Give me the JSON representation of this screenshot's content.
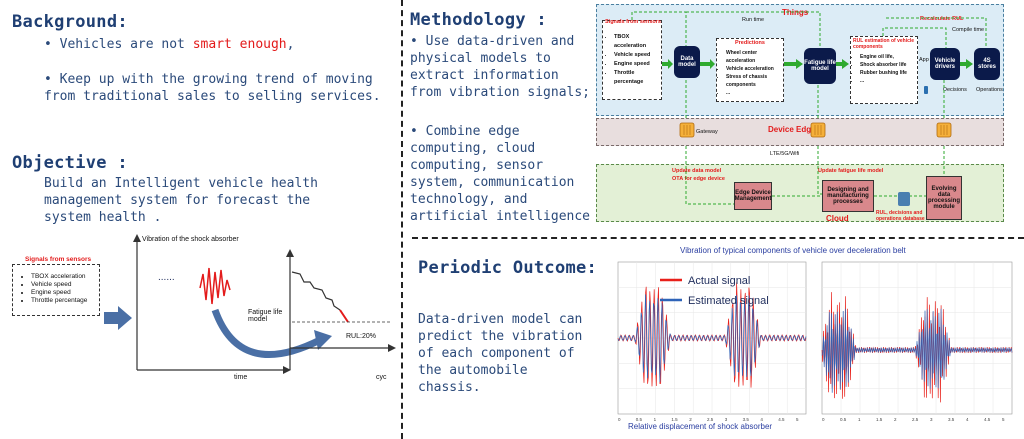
{
  "background": {
    "title": "Background:",
    "bullet1_pre": "Vehicles are not ",
    "bullet1_red": "smart enough",
    "bullet1_post": ",",
    "bullet2": "Keep up with the growing trend of moving from traditional sales to selling services."
  },
  "objective": {
    "title": "Objective :",
    "text": "Build an Intelligent vehicle health management system for forecast the system health ."
  },
  "left_diagram": {
    "signals_title": "Signals from sensors",
    "signals": [
      "TBOX acceleration",
      "Vehicle speed",
      "Engine speed",
      "Throttle percentage"
    ],
    "dots": "......",
    "chart1_ylabel": "Vibration of the shock absorber",
    "chart1_xlabel": "time",
    "model_label": "Fatigue life model",
    "rul_label": "RUL:20%",
    "chart2_xlabel": "cyc"
  },
  "methodology": {
    "title": "Methodology :",
    "bullet1": "Use data-driven and physical models to extract information from vibration signals;",
    "bullet2": "Combine edge computing, cloud computing, sensor system, communication technology, and artificial intelligence"
  },
  "arch": {
    "things_label": "Things",
    "signals_title": "Signals from sensors",
    "signals": [
      "TBOX acceleration",
      "Vehicle speed",
      "Engine speed",
      "Throttle percentage"
    ],
    "run_time": "Run time",
    "data_model": "Data model",
    "predictions_title": "Predictions",
    "predictions": [
      "Wheel center acceleration",
      "Vehicle acceleration",
      "Stress of chassis components",
      "..."
    ],
    "fatigue_model": "Fatigue life model",
    "rul_title": "RUL estimation of vehicle components",
    "rul_items": [
      "Engine oil life,",
      "Shock absorber life",
      "Rubber bushing life",
      "..."
    ],
    "recalc": "Recalculate RUL",
    "compile_time": "Compile time",
    "app": "App",
    "vehicle_drivers": "Vehicle drivers",
    "stores": "4S stores",
    "decisions": "Decisions",
    "operations": "Operations",
    "device_edge": "Device Edge",
    "gateway": "Gateway",
    "network": "LTE/5G/Wifi",
    "update_data_model": "Update data model",
    "ota": "OTA for edge device",
    "update_fatigue": "Update fatigue life model",
    "edge_mgmt": "Edge Device Management",
    "design_mfg": "Designing and manufacturing processes",
    "evolving": "Evolving data processing module",
    "rul_db": "RUL, decisions and operations database",
    "cloud": "Cloud"
  },
  "outcome": {
    "title": "Periodic Outcome:",
    "text": "Data-driven model can predict the vibration of each component of the automobile chassis."
  },
  "chart_data": {
    "type": "line",
    "title": "Vibration of typical components of vehicle over deceleration belt",
    "xlabel": "Relative displacement of shock absorber",
    "series": [
      {
        "name": "Actual signal"
      },
      {
        "name": "Estimated signal"
      }
    ],
    "colors": {
      "actual": "#e8201a",
      "estimated": "#2e63b8"
    },
    "xticks": [
      "0",
      "0.5",
      "1",
      "1.5",
      "2",
      "2.5",
      "3",
      "3.5",
      "4",
      "4.5",
      "5"
    ]
  }
}
